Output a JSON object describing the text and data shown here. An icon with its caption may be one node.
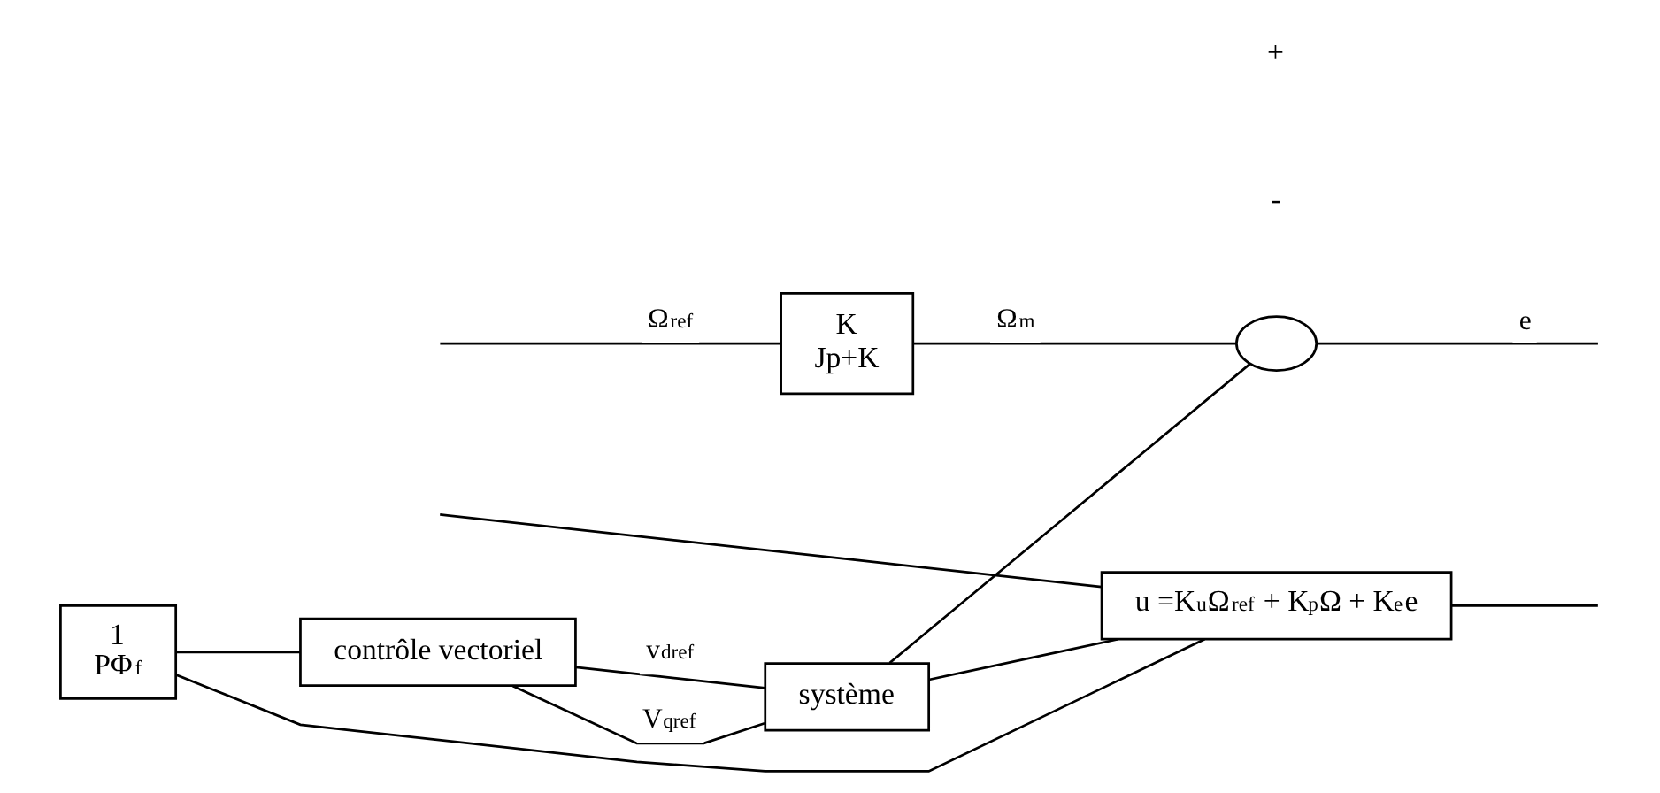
{
  "diagram": {
    "nodes": [
      {
        "text": [
          "K",
          "Jp+K"
        ]
      },
      {
        "text": [],
        "shape": "circle"
      },
      {
        "text": [
          "1",
          "PΦ$_{f}$"
        ]
      },
      {
        "text": [
          "contrôle vectoriel"
        ]
      },
      {
        "text": [
          "système"
        ]
      },
      {
        "text": [
          "u =K$_{u}$Ω$_{ref}$ + K$_{p}$Ω + K$_{e}$e"
        ]
      }
    ],
    "edges": [
      {
        "from": null,
        "to": 0,
        "arrow": "none",
        "label": "Ω$_{ref}$"
      },
      {
        "from": null,
        "to": 5,
        "arrow": "none"
      },
      {
        "from": 0,
        "to": 1,
        "arrow": "none",
        "label": "Ω$_{m}$"
      },
      {
        "from": 1,
        "to": null,
        "arrow": "none",
        "label": "e"
      },
      {
        "from": 4,
        "to": 1,
        "arrow": "none"
      },
      {
        "from": 4,
        "to": 5,
        "arrow": "none"
      },
      {
        "from": 5,
        "to": 2,
        "arrow": "none"
      },
      {
        "from": 2,
        "to": 3,
        "arrow": "none"
      },
      {
        "from": 3,
        "to": 4,
        "arrow": "none",
        "label": "v$_{dref}$"
      },
      {
        "from": 3,
        "to": 4,
        "arrow": "none",
        "label": "V$_{qref}$"
      },
      {
        "from": 5,
        "to": null,
        "arrow": "none"
      }
    ],
    "labels": [
      "-",
      "+"
    ]
  }
}
